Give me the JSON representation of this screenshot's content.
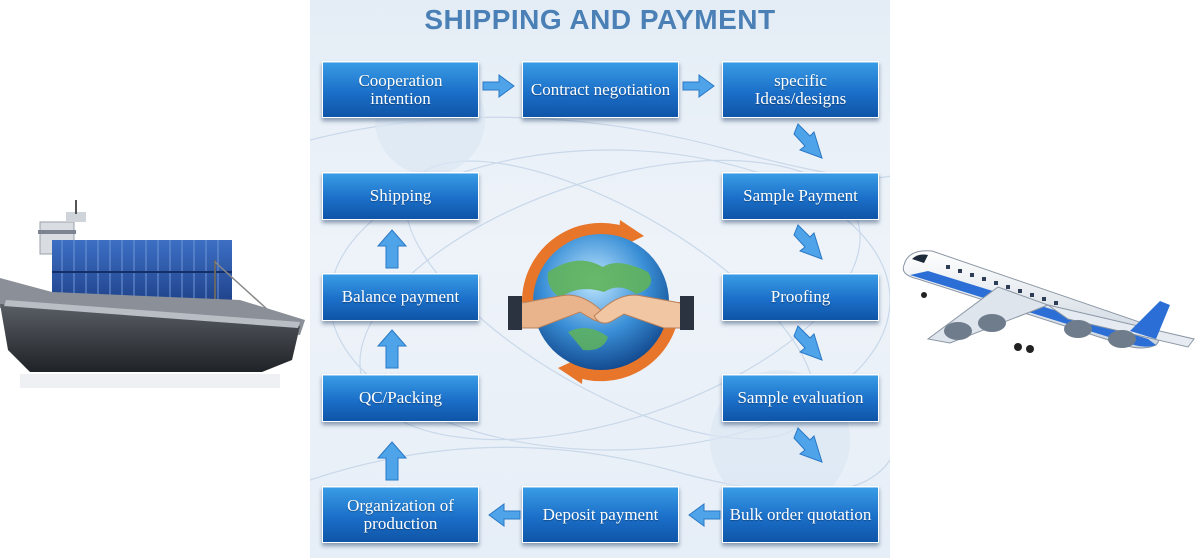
{
  "title": "SHIPPING AND PAYMENT",
  "steps": {
    "cooperation_intention": "Cooperation intention",
    "contract_negotiation": "Contract negotiation",
    "specific_ideas": "specific Ideas/designs",
    "sample_payment": "Sample Payment",
    "proofing": "Proofing",
    "sample_evaluation": "Sample evaluation",
    "bulk_order_quotation": "Bulk order quotation",
    "deposit_payment": "Deposit payment",
    "organization_of_production": "Organization of production",
    "qc_packing": "QC/Packing",
    "balance_payment": "Balance payment",
    "shipping": "Shipping"
  },
  "colors": {
    "title": "#4a80b5",
    "box_top": "#3a9de6",
    "box_bottom": "#0f55a8",
    "arrow": "#4fa3e8",
    "ring": "#e8762a"
  }
}
